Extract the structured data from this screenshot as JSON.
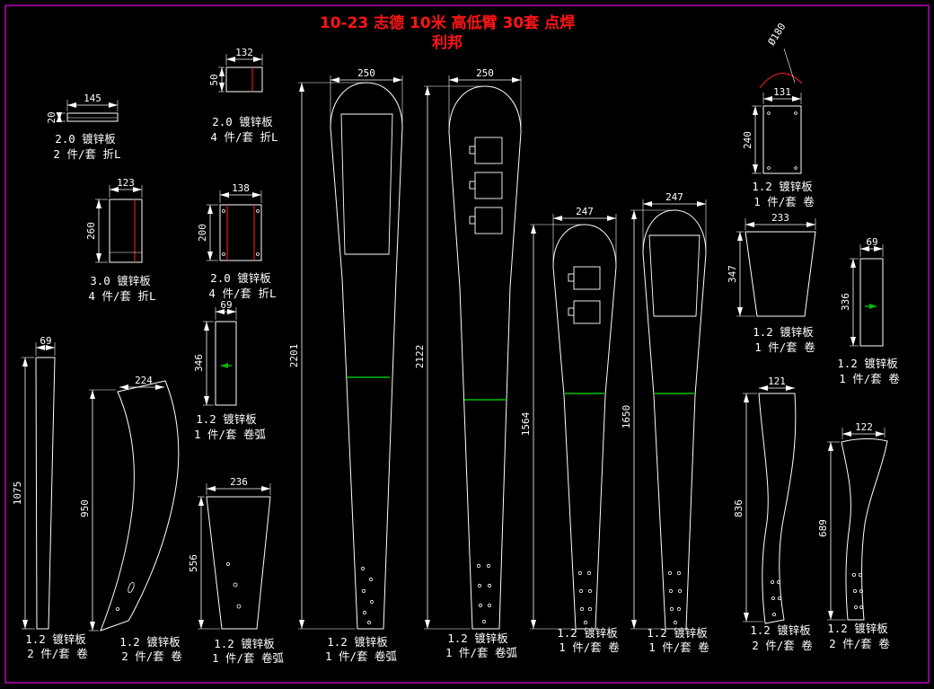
{
  "title": {
    "line1": "10-23 志德 10米 高低臂 30套 点焊",
    "line2": "利邦"
  },
  "colors": {
    "background": "#000000",
    "border": "#c800c8",
    "geometry": "#ffffff",
    "title_text": "#ff1414",
    "weld_line": "#00c000",
    "fold_mark": "#ff2222"
  },
  "parts": [
    {
      "name": "flat-bar",
      "dim_w": "145",
      "dim_h": "20",
      "material": "2.0 镀锌板",
      "qty": "2 件/套 折L"
    },
    {
      "name": "plate",
      "dim_w": "123",
      "dim_h": "260",
      "material": "3.0 镀锌板",
      "qty": "4 件/套 折L"
    },
    {
      "name": "small-plate",
      "dim_w": "132",
      "dim_h": "50",
      "material": "2.0 镀锌板",
      "qty": "4 件/套 折L"
    },
    {
      "name": "bracket-plate",
      "dim_w": "138",
      "dim_h": "200",
      "material": "2.0 镀锌板",
      "qty": "4 件/套 折L"
    },
    {
      "name": "strip",
      "dim_w": "69",
      "dim_h": "346",
      "material": "1.2 镀锌板",
      "qty": "1 件/套 卷弧"
    },
    {
      "name": "long-strip",
      "dim_w": "69",
      "dim_h": "1075",
      "material": "1.2 镀锌板",
      "qty": "2 件/套 卷"
    },
    {
      "name": "curved-arm",
      "dim_w": "224",
      "dim_h": "950",
      "material": "1.2 镀锌板",
      "qty": "2 件/套 卷"
    },
    {
      "name": "taper-sheet",
      "dim_w": "236",
      "dim_h": "556",
      "material": "1.2 镀锌板",
      "qty": "1 件/套 卷弧"
    },
    {
      "name": "pole-blank-a",
      "dim_w": "250",
      "dim_h": "2201",
      "material": "1.2 镀锌板",
      "qty": "1 件/套 卷弧"
    },
    {
      "name": "pole-blank-b",
      "dim_w": "250",
      "dim_h": "2122",
      "material": "1.2 镀锌板",
      "qty": "1 件/套 卷弧"
    },
    {
      "name": "pole-blank-c",
      "dim_w": "247",
      "dim_h": "1564",
      "material": "1.2 镀锌板",
      "qty": "1 件/套 卷"
    },
    {
      "name": "pole-blank-d",
      "dim_w": "247",
      "dim_h": "1650",
      "material": "1.2 镀锌板",
      "qty": "1 件/套 卷"
    },
    {
      "name": "cap-plate",
      "dim_w": "131",
      "dim_h": "240",
      "dim_extra": "Ø180",
      "material": "1.2 镀锌板",
      "qty": "1 件/套 卷"
    },
    {
      "name": "taper-small",
      "dim_w": "233",
      "dim_h": "347",
      "material": "1.2 镀锌板",
      "qty": "1 件/套 卷"
    },
    {
      "name": "strip-b",
      "dim_w": "69",
      "dim_h": "336",
      "material": "1.2 镀锌板",
      "qty": "1 件/套 卷"
    },
    {
      "name": "curved-a",
      "dim_w": "121",
      "dim_h": "836",
      "material": "1.2 镀锌板",
      "qty": "2 件/套 卷"
    },
    {
      "name": "curved-b",
      "dim_w": "122",
      "dim_h": "689",
      "material": "1.2 镀锌板",
      "qty": "2 件/套 卷"
    }
  ]
}
